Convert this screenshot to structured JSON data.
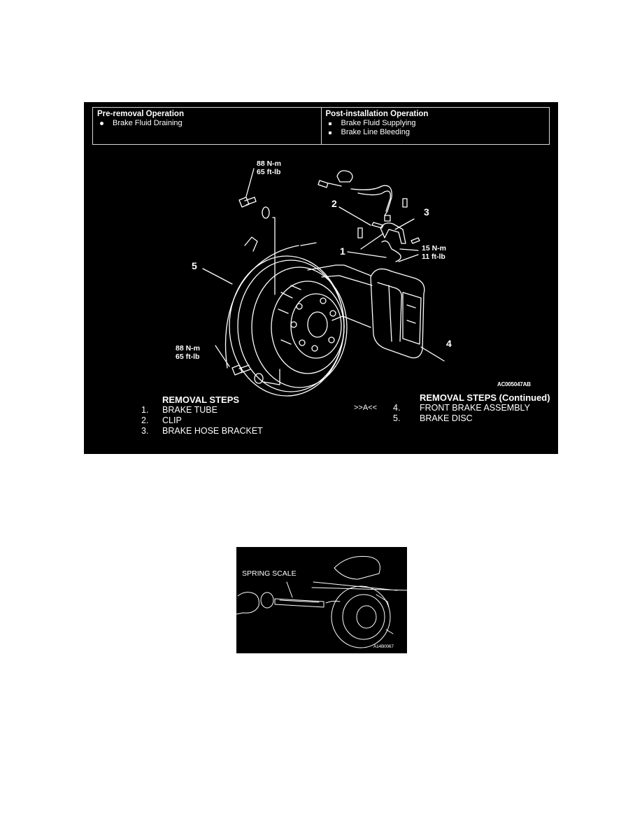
{
  "figure_main": {
    "pre_removal": {
      "heading": "Pre-removal Operation",
      "items": [
        "Brake Fluid Draining"
      ]
    },
    "post_installation": {
      "heading": "Post-installation Operation",
      "items": [
        "Brake Fluid Supplying",
        "Brake Line Bleeding"
      ]
    },
    "torque_labels": {
      "top_bolt_nm": "88 N-m",
      "top_bolt_ftlb": "65 ft-lb",
      "tube_nm": "15 N-m",
      "tube_ftlb": "11 ft-lb",
      "bottom_bolt_nm": "88 N-m",
      "bottom_bolt_ftlb": "65 ft-lb"
    },
    "callouts": [
      "1",
      "2",
      "3",
      "4",
      "5"
    ],
    "figure_code": "AC005047AB",
    "removal_steps": {
      "title": "REMOVAL STEPS",
      "items": [
        {
          "no": "1.",
          "label": "BRAKE TUBE"
        },
        {
          "no": "2.",
          "label": "CLIP"
        },
        {
          "no": "3.",
          "label": "BRAKE HOSE BRACKET"
        }
      ]
    },
    "removal_steps_continued": {
      "title": "REMOVAL STEPS (Continued)",
      "items": [
        {
          "mark": ">>A<<",
          "no": "4.",
          "label": "FRONT BRAKE ASSEMBLY"
        },
        {
          "mark": "",
          "no": "5.",
          "label": "BRAKE DISC"
        }
      ]
    }
  },
  "figure_small": {
    "label": "SPRING SCALE",
    "figure_code": "A14B0067"
  }
}
